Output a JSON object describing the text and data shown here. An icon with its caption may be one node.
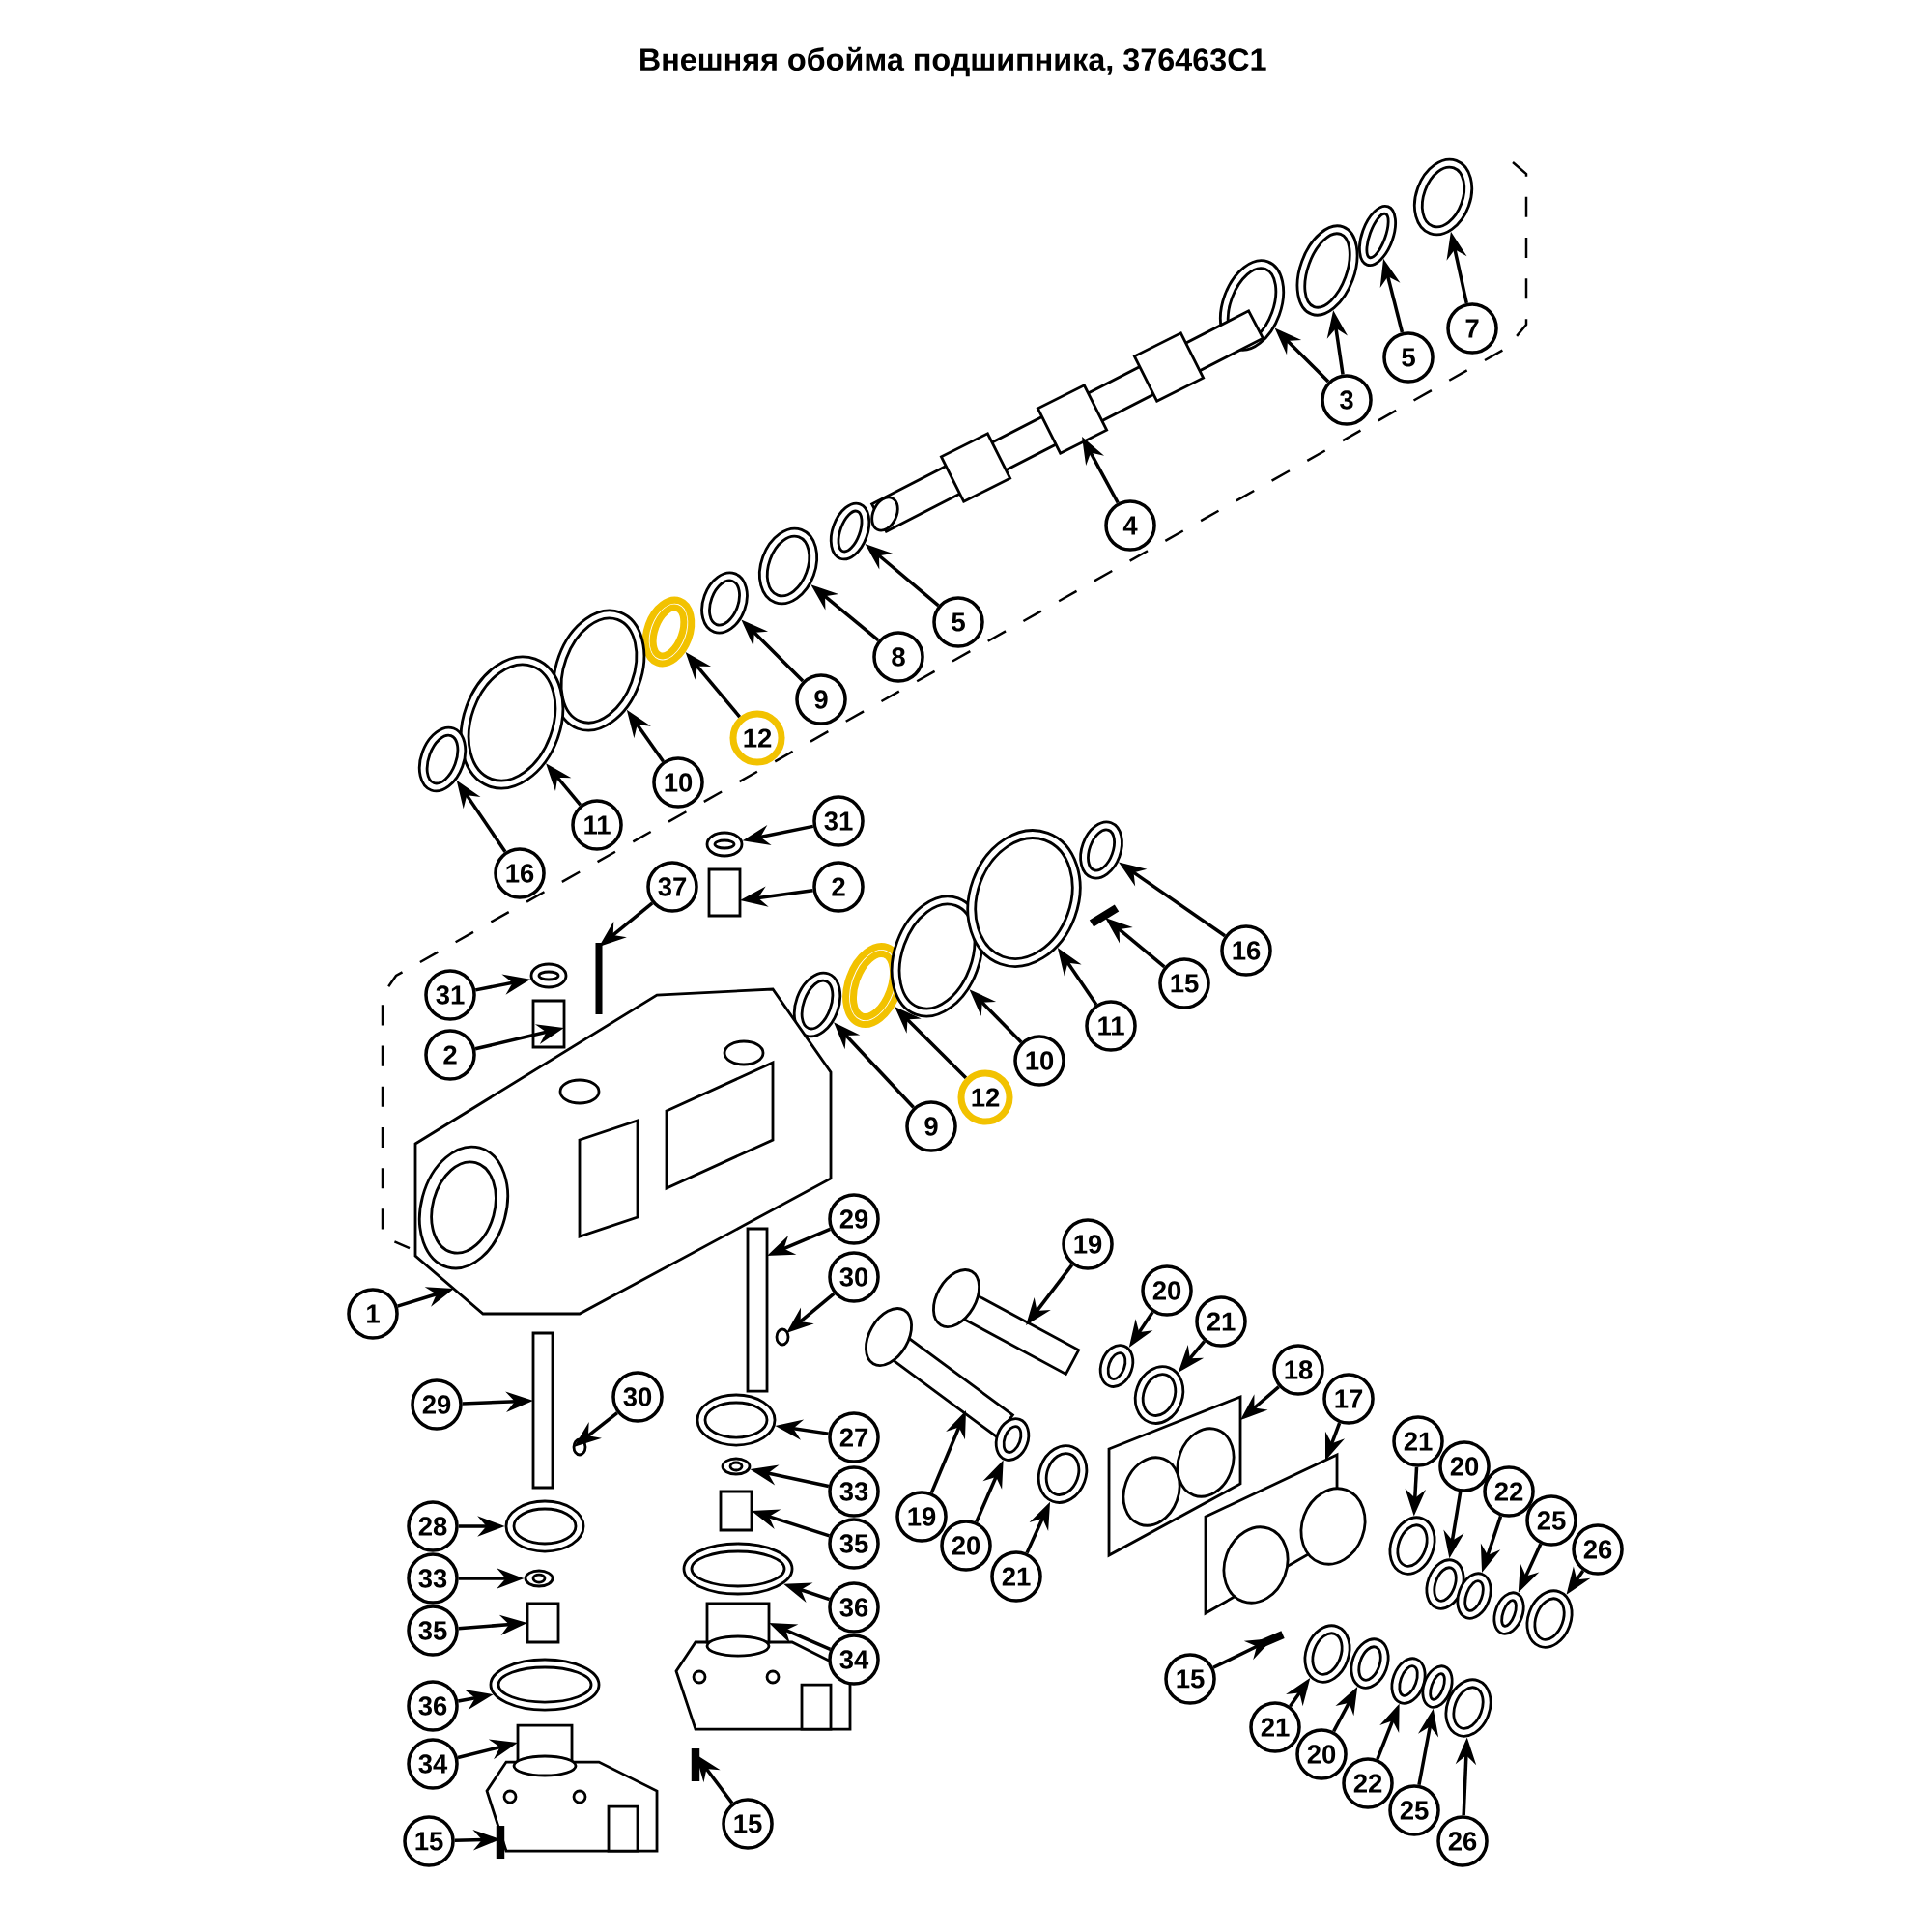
{
  "diagram": {
    "title": "Внешняя обойма подшипника, 376463C1",
    "nodes": [
      {
        "text": [
          "7"
        ]
      },
      {
        "text": [
          "5"
        ]
      },
      {
        "text": [
          "3"
        ]
      },
      {
        "text": [
          "4"
        ]
      },
      {
        "text": [
          "5"
        ]
      },
      {
        "text": [
          "8"
        ]
      },
      {
        "text": [
          "9"
        ]
      },
      {
        "text": [
          "12"
        ]
      },
      {
        "text": [
          "10"
        ]
      },
      {
        "text": [
          "11"
        ]
      },
      {
        "text": [
          "16"
        ]
      },
      {
        "text": [
          "31"
        ]
      },
      {
        "text": [
          "2"
        ]
      },
      {
        "text": [
          "37"
        ]
      },
      {
        "text": [
          "31"
        ]
      },
      {
        "text": [
          "2"
        ]
      },
      {
        "text": [
          "9"
        ]
      },
      {
        "text": [
          "12"
        ]
      },
      {
        "text": [
          "10"
        ]
      },
      {
        "text": [
          "11"
        ]
      },
      {
        "text": [
          "15"
        ]
      },
      {
        "text": [
          "16"
        ]
      },
      {
        "text": [
          "1"
        ]
      },
      {
        "text": [
          "29"
        ]
      },
      {
        "text": [
          "30"
        ]
      },
      {
        "text": [
          "29"
        ]
      },
      {
        "text": [
          "30"
        ]
      },
      {
        "text": [
          "28"
        ]
      },
      {
        "text": [
          "33"
        ]
      },
      {
        "text": [
          "35"
        ]
      },
      {
        "text": [
          "36"
        ]
      },
      {
        "text": [
          "34"
        ]
      },
      {
        "text": [
          "15"
        ]
      },
      {
        "text": [
          "27"
        ]
      },
      {
        "text": [
          "33"
        ]
      },
      {
        "text": [
          "35"
        ]
      },
      {
        "text": [
          "36"
        ]
      },
      {
        "text": [
          "34"
        ]
      },
      {
        "text": [
          "15"
        ]
      },
      {
        "text": [
          "19"
        ]
      },
      {
        "text": [
          "19"
        ]
      },
      {
        "text": [
          "20"
        ]
      },
      {
        "text": [
          "20"
        ]
      },
      {
        "text": [
          "21"
        ]
      },
      {
        "text": [
          "21"
        ]
      },
      {
        "text": [
          "18"
        ]
      },
      {
        "text": [
          "17"
        ]
      },
      {
        "text": [
          "21"
        ]
      },
      {
        "text": [
          "20"
        ]
      },
      {
        "text": [
          "22"
        ]
      },
      {
        "text": [
          "25"
        ]
      },
      {
        "text": [
          "26"
        ]
      },
      {
        "text": [
          "15"
        ]
      },
      {
        "text": [
          "21"
        ]
      },
      {
        "text": [
          "20"
        ]
      },
      {
        "text": [
          "22"
        ]
      },
      {
        "text": [
          "25"
        ]
      },
      {
        "text": [
          "26"
        ]
      },
      {
        "text": [],
        "shape": "circle"
      },
      {
        "text": [],
        "shape": "circle"
      },
      {
        "text": [],
        "shape": "circle"
      },
      {
        "text": [],
        "shape": "circle"
      },
      {
        "text": [],
        "shape": "picture"
      },
      {
        "text": [],
        "shape": "circle"
      },
      {
        "text": [],
        "shape": "circle"
      },
      {
        "text": [],
        "shape": "circle"
      },
      {
        "text": [],
        "shape": "circle"
      },
      {
        "text": [],
        "shape": "circle"
      },
      {
        "text": [],
        "shape": "circle"
      },
      {
        "text": [],
        "shape": "circle"
      },
      {
        "text": [],
        "shape": "circle"
      },
      {
        "text": [],
        "shape": "box"
      },
      {
        "text": [],
        "shape": "picture"
      },
      {
        "text": [],
        "shape": "circle"
      },
      {
        "text": [],
        "shape": "box"
      },
      {
        "text": [],
        "shape": "circle"
      },
      {
        "text": [],
        "shape": "circle"
      },
      {
        "text": [],
        "shape": "circle"
      },
      {
        "text": [],
        "shape": "circle"
      },
      {
        "text": [],
        "shape": "picture"
      },
      {
        "text": [],
        "shape": "circle"
      },
      {
        "text": [],
        "shape": "picture"
      },
      {
        "text": [],
        "shape": "box"
      },
      {
        "text": [],
        "shape": "circle"
      },
      {
        "text": [],
        "shape": "box"
      },
      {
        "text": [],
        "shape": "circle"
      },
      {
        "text": [],
        "shape": "circle"
      },
      {
        "text": [],
        "shape": "circle"
      },
      {
        "text": [],
        "shape": "box"
      },
      {
        "text": [],
        "shape": "circle"
      },
      {
        "text": [],
        "shape": "picture"
      },
      {
        "text": [],
        "shape": "picture"
      },
      {
        "text": [],
        "shape": "circle"
      },
      {
        "text": [],
        "shape": "circle"
      },
      {
        "text": [],
        "shape": "box"
      },
      {
        "text": [],
        "shape": "circle"
      },
      {
        "text": [],
        "shape": "picture"
      },
      {
        "text": [],
        "shape": "picture"
      },
      {
        "text": [],
        "shape": "picture"
      },
      {
        "text": [],
        "shape": "picture"
      },
      {
        "text": [],
        "shape": "circle"
      },
      {
        "text": [],
        "shape": "circle"
      },
      {
        "text": [],
        "shape": "circle"
      },
      {
        "text": [],
        "shape": "circle"
      },
      {
        "text": [],
        "shape": "picture"
      },
      {
        "text": [],
        "shape": "picture"
      },
      {
        "text": [],
        "shape": "circle"
      },
      {
        "text": [],
        "shape": "circle"
      },
      {
        "text": [],
        "shape": "circle"
      },
      {
        "text": [],
        "shape": "circle"
      },
      {
        "text": [],
        "shape": "circle"
      },
      {
        "text": [],
        "shape": "picture"
      },
      {
        "text": [],
        "shape": "circle"
      },
      {
        "text": [],
        "shape": "circle"
      },
      {
        "text": [],
        "shape": "circle"
      },
      {
        "text": [],
        "shape": "circle"
      },
      {
        "text": [],
        "shape": "circle"
      }
    ],
    "edges": [
      {
        "from": 0,
        "to": 58,
        "arrow": "to"
      },
      {
        "from": 1,
        "to": 59,
        "arrow": "to"
      },
      {
        "from": 2,
        "to": 60,
        "arrow": "to"
      },
      {
        "from": 2,
        "to": 61,
        "arrow": "to"
      },
      {
        "from": 3,
        "to": 62,
        "arrow": "to"
      },
      {
        "from": 4,
        "to": 63,
        "arrow": "to"
      },
      {
        "from": 5,
        "to": 64,
        "arrow": "to"
      },
      {
        "from": 6,
        "to": 65,
        "arrow": "to"
      },
      {
        "from": 7,
        "to": 66,
        "arrow": "to"
      },
      {
        "from": 8,
        "to": 67,
        "arrow": "to"
      },
      {
        "from": 9,
        "to": 68,
        "arrow": "to"
      },
      {
        "from": 10,
        "to": 69,
        "arrow": "to"
      },
      {
        "from": 11,
        "to": 70,
        "arrow": "to"
      },
      {
        "from": 12,
        "to": 71,
        "arrow": "to"
      },
      {
        "from": 13,
        "to": 72,
        "arrow": "to"
      },
      {
        "from": 14,
        "to": 73,
        "arrow": "to"
      },
      {
        "from": 15,
        "to": 74,
        "arrow": "to"
      },
      {
        "from": 16,
        "to": 75,
        "arrow": "to"
      },
      {
        "from": 17,
        "to": 76,
        "arrow": "to"
      },
      {
        "from": 18,
        "to": 77,
        "arrow": "to"
      },
      {
        "from": 19,
        "to": 78,
        "arrow": "to"
      },
      {
        "from": 20,
        "to": 79,
        "arrow": "to"
      },
      {
        "from": 21,
        "to": 80,
        "arrow": "to"
      },
      {
        "from": 22,
        "to": 81,
        "arrow": "to"
      },
      {
        "from": 23,
        "to": 82,
        "arrow": "to"
      },
      {
        "from": 24,
        "to": 83,
        "arrow": "to"
      },
      {
        "from": 25,
        "to": 84,
        "arrow": "to"
      },
      {
        "from": 26,
        "to": 85,
        "arrow": "to"
      },
      {
        "from": 27,
        "to": 86,
        "arrow": "to"
      },
      {
        "from": 28,
        "to": 87,
        "arrow": "to"
      },
      {
        "from": 29,
        "to": 88,
        "arrow": "to"
      },
      {
        "from": 30,
        "to": 89,
        "arrow": "to"
      },
      {
        "from": 31,
        "to": 90,
        "arrow": "to"
      },
      {
        "from": 32,
        "to": 91,
        "arrow": "to"
      },
      {
        "from": 33,
        "to": 92,
        "arrow": "to"
      },
      {
        "from": 34,
        "to": 93,
        "arrow": "to"
      },
      {
        "from": 35,
        "to": 94,
        "arrow": "to"
      },
      {
        "from": 36,
        "to": 95,
        "arrow": "to"
      },
      {
        "from": 37,
        "to": 96,
        "arrow": "to"
      },
      {
        "from": 38,
        "to": 97,
        "arrow": "to"
      },
      {
        "from": 39,
        "to": 98,
        "arrow": "to"
      },
      {
        "from": 40,
        "to": 99,
        "arrow": "to"
      },
      {
        "from": 41,
        "to": 100,
        "arrow": "to"
      },
      {
        "from": 42,
        "to": 101,
        "arrow": "to"
      },
      {
        "from": 43,
        "to": 102,
        "arrow": "to"
      },
      {
        "from": 44,
        "to": 103,
        "arrow": "to"
      },
      {
        "from": 45,
        "to": 104,
        "arrow": "to"
      },
      {
        "from": 46,
        "to": 105,
        "arrow": "to"
      },
      {
        "from": 47,
        "to": 106,
        "arrow": "to"
      },
      {
        "from": 48,
        "to": 107,
        "arrow": "to"
      },
      {
        "from": 49,
        "to": 108,
        "arrow": "to"
      },
      {
        "from": 50,
        "to": 109,
        "arrow": "to"
      },
      {
        "from": 51,
        "to": 110,
        "arrow": "to"
      },
      {
        "from": 52,
        "to": 111,
        "arrow": "to"
      },
      {
        "from": 53,
        "to": 112,
        "arrow": "to"
      },
      {
        "from": 54,
        "to": 113,
        "arrow": "to"
      },
      {
        "from": 55,
        "to": 114,
        "arrow": "to"
      },
      {
        "from": 56,
        "to": 115,
        "arrow": "to"
      },
      {
        "from": 57,
        "to": 116,
        "arrow": "to"
      }
    ]
  }
}
